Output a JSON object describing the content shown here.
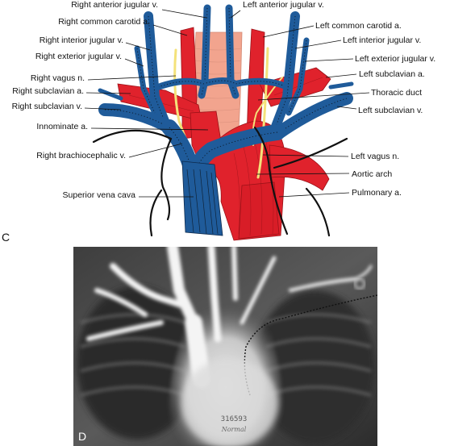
{
  "panel_c": {
    "letter": "C",
    "labels_left": {
      "right_anterior_jugular": "Right anterior jugular v.",
      "right_common_carotid": "Right common carotid a.",
      "right_interior_jugular": "Right interior jugular v.",
      "right_exterior_jugular": "Right exterior jugular v.",
      "right_vagus": "Right vagus n.",
      "right_subclavian_a": "Right subclavian a.",
      "right_subclavian_v": "Right subclavian v.",
      "innominate": "Innominate a.",
      "right_brachiocephalic": "Right brachiocephalic v.",
      "superior_vena_cava": "Superior vena cava"
    },
    "labels_right": {
      "left_anterior_jugular": "Left anterior jugular v.",
      "left_common_carotid": "Left common carotid a.",
      "left_interior_jugular": "Left interior jugular v.",
      "left_exterior_jugular": "Left exterior jugular v.",
      "left_subclavian_a": "Left subclavian a.",
      "thoracic_duct": "Thoracic duct",
      "left_subclavian_v": "Left subclavian v.",
      "left_vagus": "Left vagus n.",
      "aortic_arch": "Aortic arch",
      "pulmonary_a": "Pulmonary a."
    },
    "colors": {
      "vein": "#1f5b9a",
      "artery": "#e0222c",
      "trachea": "#f2a48e",
      "nerve": "#f4e27a"
    }
  },
  "panel_d": {
    "letter": "D",
    "specimen_number": "316593",
    "specimen_note": "Normal"
  }
}
